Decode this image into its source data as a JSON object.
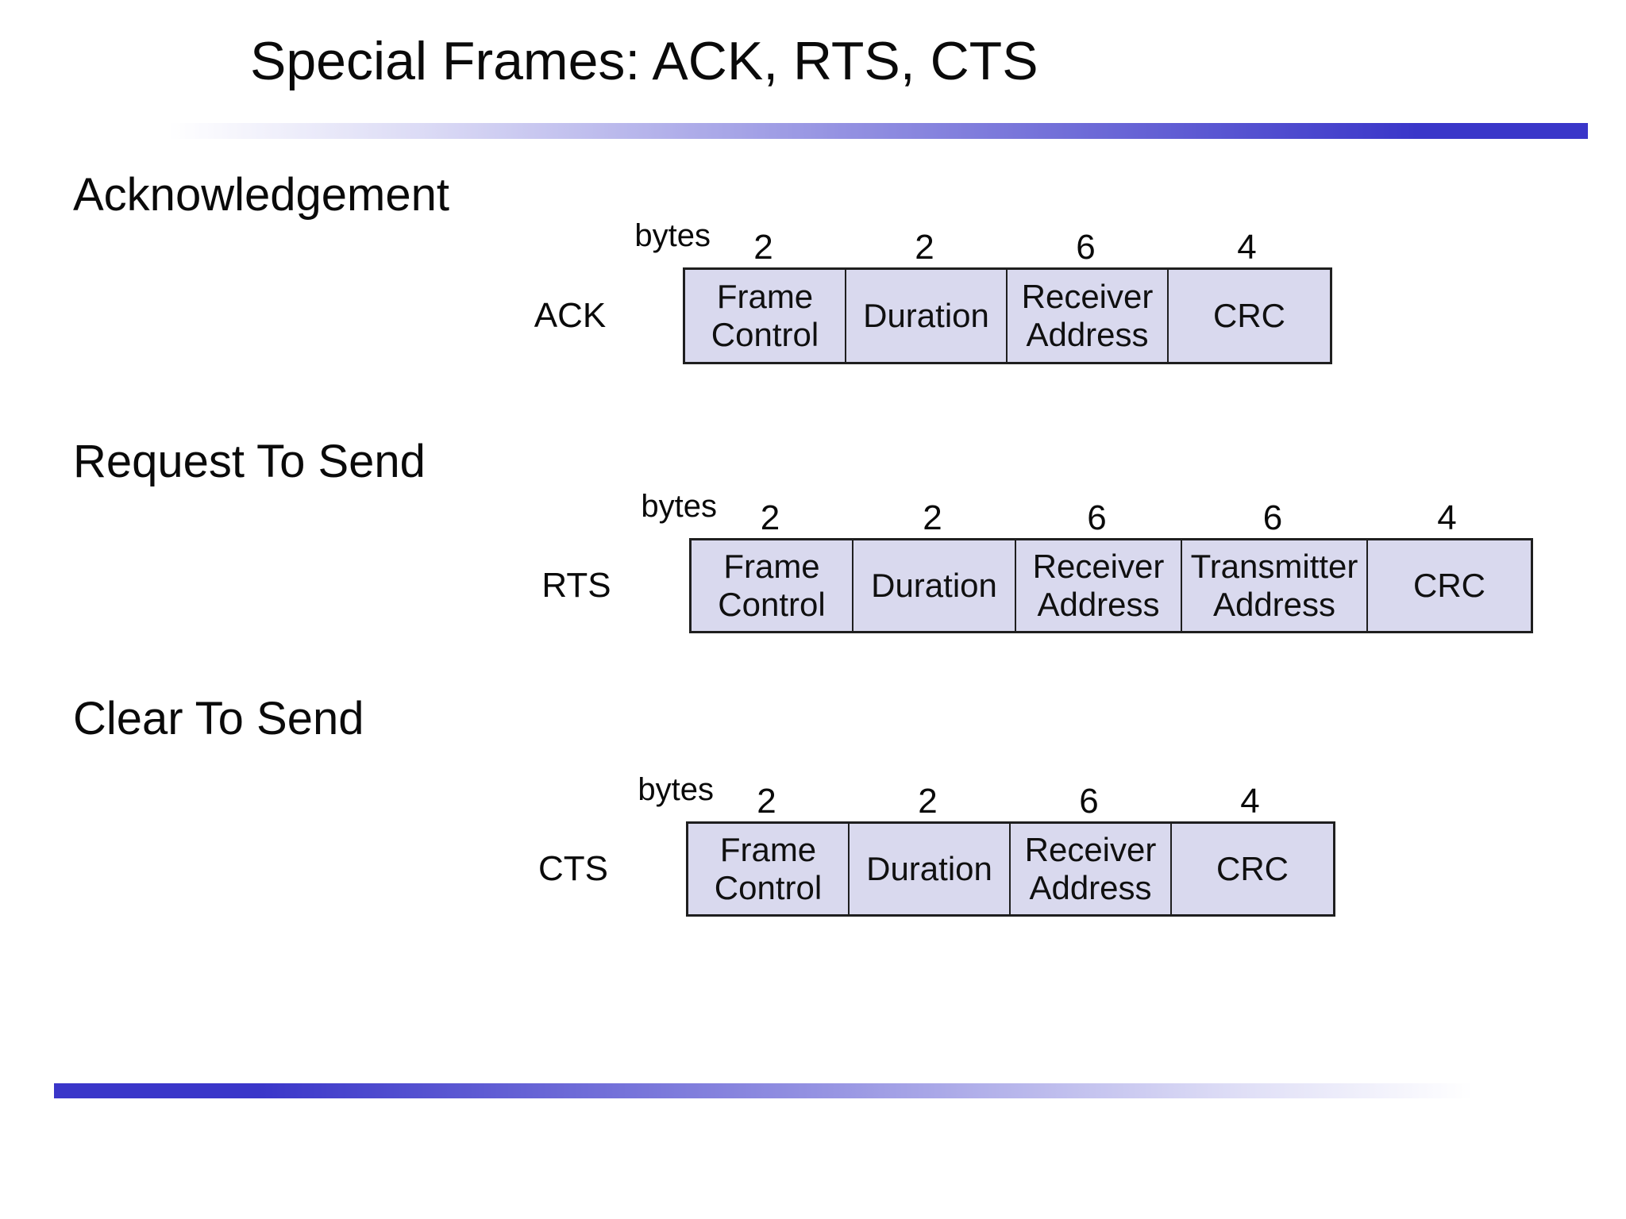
{
  "slide": {
    "title": "Special Frames: ACK, RTS, CTS",
    "colors": {
      "accent_blue": "#3a36c9",
      "cell_fill": "#d9d9ee",
      "cell_border": "#1f1f1f",
      "text": "#0a0a0a"
    },
    "sections": [
      {
        "heading": "Acknowledgement",
        "frame": {
          "name": "ACK",
          "bytes_caption": "bytes",
          "fields": [
            {
              "bytes": "2",
              "label": "Frame Control"
            },
            {
              "bytes": "2",
              "label": "Duration"
            },
            {
              "bytes": "6",
              "label": "Receiver Address"
            },
            {
              "bytes": "4",
              "label": "CRC"
            }
          ]
        }
      },
      {
        "heading": "Request To Send",
        "frame": {
          "name": "RTS",
          "bytes_caption": "bytes",
          "fields": [
            {
              "bytes": "2",
              "label": "Frame Control"
            },
            {
              "bytes": "2",
              "label": "Duration"
            },
            {
              "bytes": "6",
              "label": "Receiver Address"
            },
            {
              "bytes": "6",
              "label": "Transmitter Address"
            },
            {
              "bytes": "4",
              "label": "CRC"
            }
          ]
        }
      },
      {
        "heading": "Clear To Send",
        "frame": {
          "name": "CTS",
          "bytes_caption": "bytes",
          "fields": [
            {
              "bytes": "2",
              "label": "Frame Control"
            },
            {
              "bytes": "2",
              "label": "Duration"
            },
            {
              "bytes": "6",
              "label": "Receiver Address"
            },
            {
              "bytes": "4",
              "label": "CRC"
            }
          ]
        }
      }
    ]
  }
}
